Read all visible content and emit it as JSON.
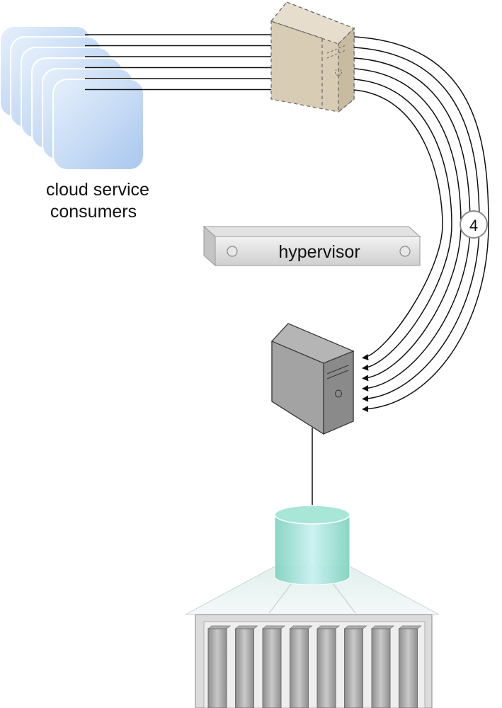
{
  "diagram": {
    "consumers": {
      "label_line1": "cloud service",
      "label_line2": "consumers",
      "count": 6,
      "color": "#bcd6f3"
    },
    "hypervisor": {
      "label": "hypervisor"
    },
    "step_marker": {
      "number": "4"
    },
    "connections": {
      "consumer_to_virtual_server_arrows": 6,
      "virtual_server_to_physical_server_arrows": 6
    },
    "virtual_server": {
      "style": "dashed",
      "color": "#d9ccb5"
    },
    "physical_server": {
      "color": "#9b9b9b"
    },
    "storage": {
      "cylinder_color": "#9fe0cf",
      "drive_count": 8
    }
  }
}
